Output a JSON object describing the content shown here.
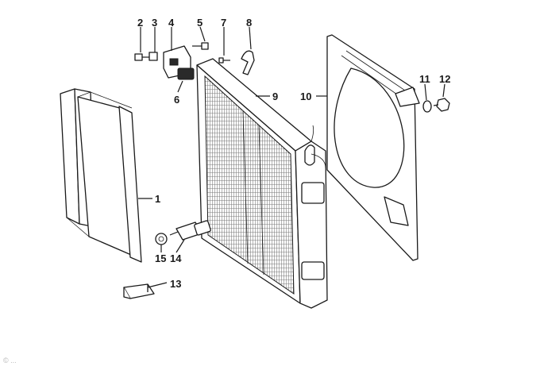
{
  "diagram": {
    "callouts": [
      "1",
      "2",
      "3",
      "4",
      "5",
      "6",
      "7",
      "8",
      "9",
      "10",
      "11",
      "12",
      "13",
      "14",
      "15"
    ]
  },
  "watermark": "© ..."
}
